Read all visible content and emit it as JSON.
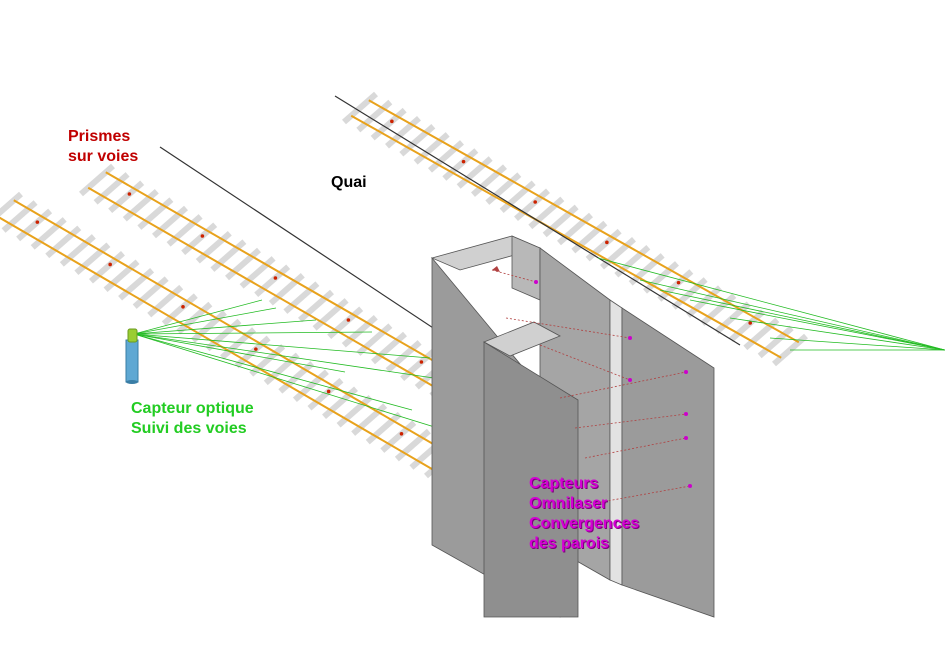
{
  "labels": {
    "prisms_line1": "Prismes",
    "prisms_line2": "sur voies",
    "quai": "Quai",
    "optical_line1": "Capteur optique",
    "optical_line2": "Suivi des voies",
    "omni_line1": "Capteurs",
    "omni_line2": "Omnilaser",
    "omni_line3": "Convergences",
    "omni_line4": "des parois"
  },
  "colors": {
    "rail": "#e8a21c",
    "sleeper": "#d9d9d9",
    "optical_ray": "#22bb22",
    "laser_ray": "#b04040",
    "prism": "#cc2200",
    "laser_sensor": "#cc00cc",
    "wall_front": "#9b9b9b",
    "wall_side": "#b8b8b8",
    "wall_top": "#d0d0d0"
  }
}
